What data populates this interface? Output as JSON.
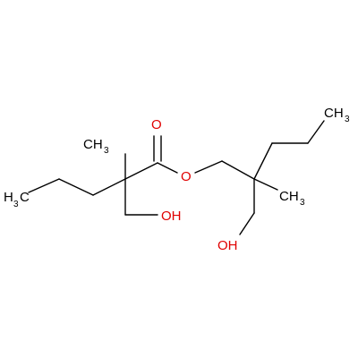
{
  "molecule": {
    "colors": {
      "carbon": "#000000",
      "oxygen": "#e00000",
      "background": "#ffffff"
    },
    "labels": {
      "carbonyl_o": "O",
      "ester_o": "O",
      "left_ch3_c": "C",
      "left_ch3_h": "H",
      "left_ch3_sub": "3",
      "left_me_text": "CH",
      "left_me_sub": "3",
      "left_oh": "OH",
      "right_me_text": "CH",
      "right_me_sub": "3",
      "right_top_text": "CH",
      "right_top_sub": "3",
      "right_oh": "OH"
    }
  }
}
